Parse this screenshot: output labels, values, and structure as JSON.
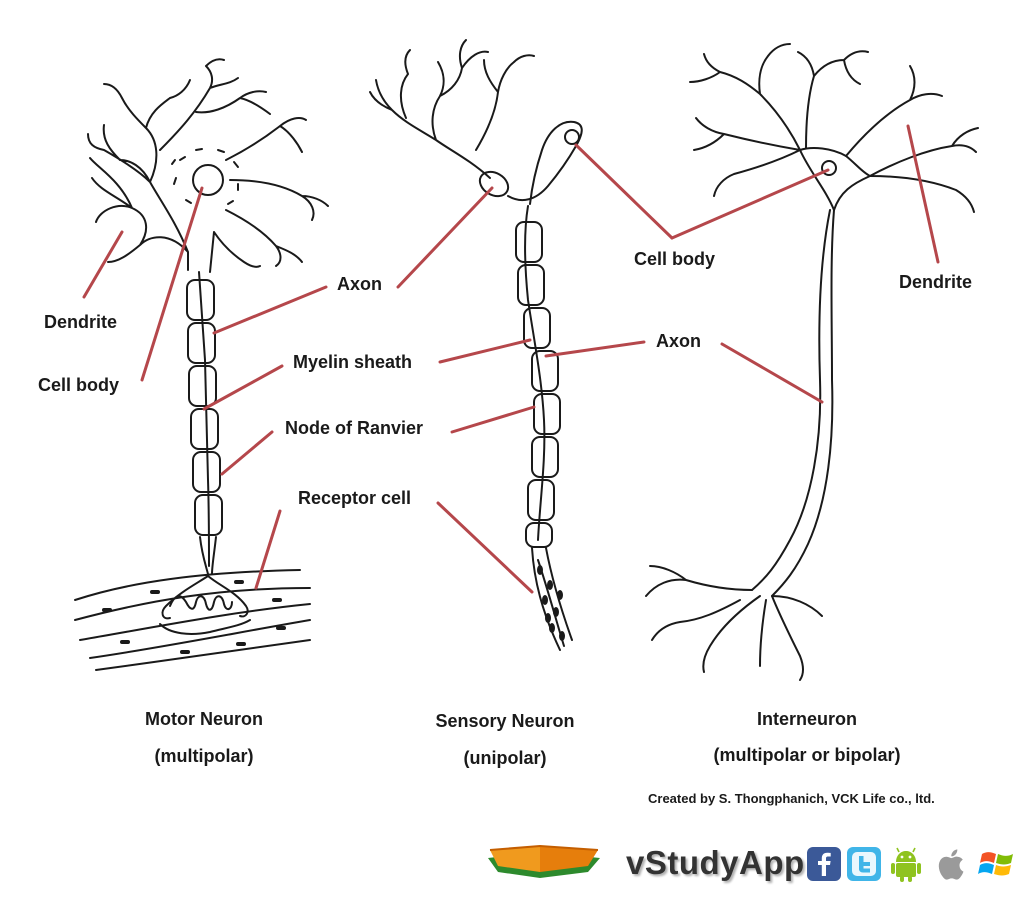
{
  "labels": {
    "dendrite_left": "Dendrite",
    "cell_body_left": "Cell body",
    "axon_left": "Axon",
    "myelin_sheath": "Myelin sheath",
    "node_of_ranvier": "Node of Ranvier",
    "receptor_cell": "Receptor cell",
    "cell_body_right": "Cell body",
    "axon_right": "Axon",
    "dendrite_right": "Dendrite"
  },
  "captions": {
    "motor": {
      "name": "Motor Neuron",
      "type": "(multipolar)"
    },
    "sensory": {
      "name": "Sensory Neuron",
      "type": "(unipolar)"
    },
    "inter": {
      "name": "Interneuron",
      "type": "(multipolar or bipolar)"
    }
  },
  "credit": "Created by S. Thongphanich,  VCK Life co., ltd.",
  "brand": "vStudyApp",
  "colors": {
    "leader_line": "#b5474b",
    "ink": "#1a1a1a"
  },
  "icons": [
    "book-logo-icon",
    "facebook-icon",
    "twitter-icon",
    "android-icon",
    "apple-icon",
    "windows-icon"
  ]
}
